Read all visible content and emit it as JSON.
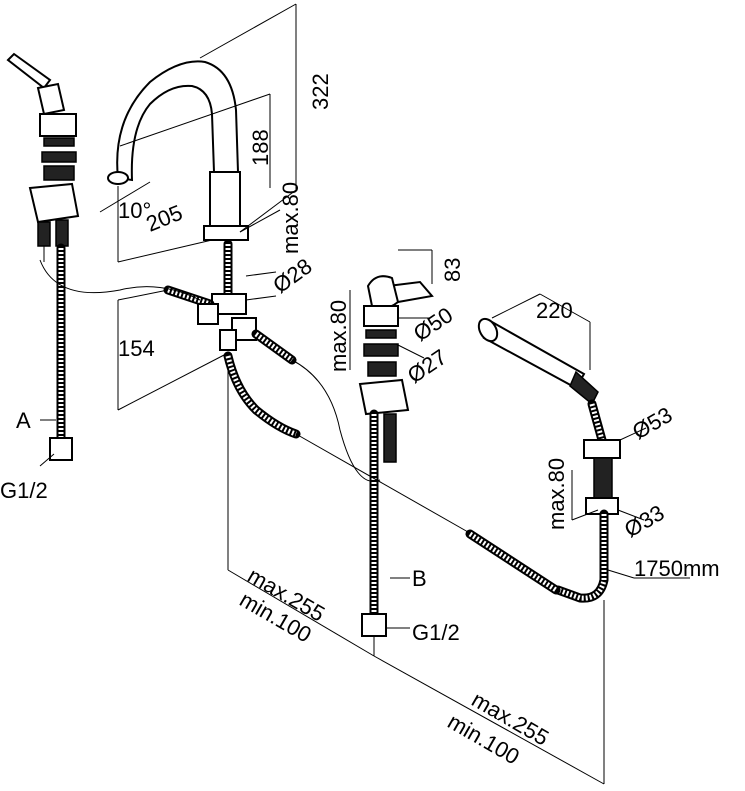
{
  "dimensions": {
    "spout_height": "322",
    "spout_reach_height": "188",
    "max_80_spout": "max.80",
    "angle": "10°",
    "spout_reach": "205",
    "dia_28": "Ø28",
    "dim_154": "154",
    "dim_83": "83",
    "max_80_valve": "max.80",
    "dia_50": "Ø50",
    "dia_27": "Ø27",
    "shower_length": "220",
    "dia_53": "Ø53",
    "max_80_shower": "max.80",
    "dia_33": "Ø33",
    "hose_length": "1750mm",
    "max_255_left": "max.255",
    "min_100_left": "min.100",
    "max_255_right": "max.255",
    "min_100_right": "min.100"
  },
  "labels": {
    "label_a": "A",
    "thread_a": "G1/2",
    "label_b": "B",
    "thread_b": "G1/2"
  }
}
